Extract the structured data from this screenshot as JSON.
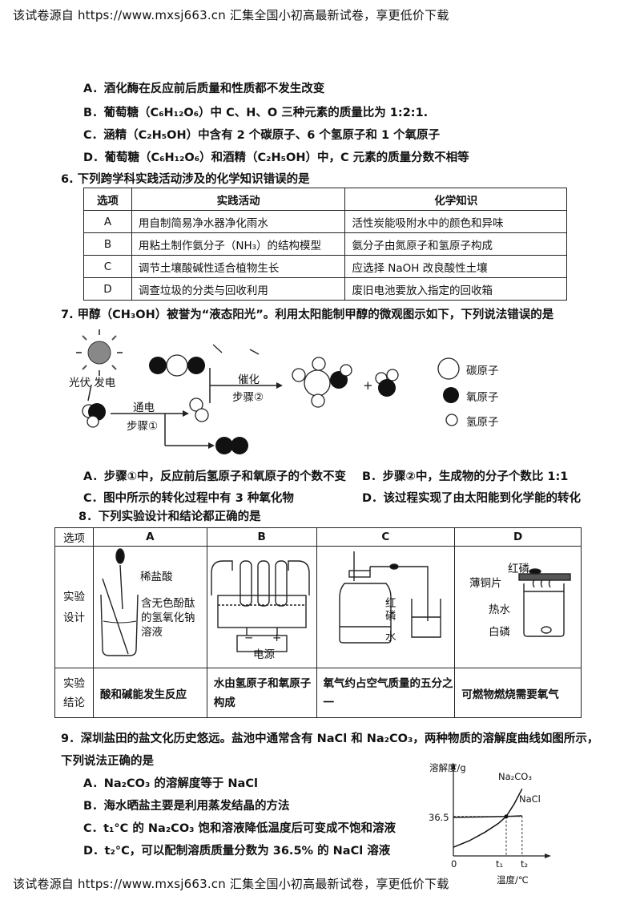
{
  "header": {
    "text": "该试卷源自 https://www.mxsj663.cn 汇集全国小初高最新试卷，享更低价下载"
  },
  "footer": {
    "text": "该试卷源自 https://www.mxsj663.cn 汇集全国小初高最新试卷，享更低价下载"
  },
  "q5": {
    "options": [
      "A．酒化酶在反应前后质量和性质都不发生改变",
      "B．葡萄糖（C₆H₁₂O₆）中 C、H、O 三种元素的质量比为 1:2:1.",
      "C．涵精（C₂H₅OH）中含有 2 个碳原子、6 个氢原子和 1 个氧原子",
      "D．葡萄糖（C₆H₁₂O₆）和酒精（C₂H₅OH）中，C 元素的质量分数不相等"
    ]
  },
  "q6": {
    "stem": "6. 下列跨学科实践活动涉及的化学知识错误的是",
    "headers": [
      "选项",
      "实践活动",
      "化学知识"
    ],
    "rows": [
      [
        "A",
        "用自制简易净水器净化雨水",
        "活性炭能吸附水中的颜色和异味"
      ],
      [
        "B",
        "用粘土制作氨分子（NH₃）的结构模型",
        "氨分子由氮原子和氢原子构成"
      ],
      [
        "C",
        "调节土壤酸碱性适合植物生长",
        "应选择 NaOH 改良酸性土壤"
      ],
      [
        "D",
        "调查垃圾的分类与回收利用",
        "废旧电池要放入指定的回收箱"
      ]
    ]
  },
  "q7": {
    "stem": "7. 甲醇（CH₃OH）被誉为“液态阳光”。利用太阳能制甲醇的微观图示如下，下列说法错误的是",
    "diagram": {
      "pv": "光伏 发电",
      "step1_top": "通电",
      "step1_bottom": "步骤①",
      "step2_top": "催化",
      "step2_bottom": "步骤②",
      "plus": "+",
      "legend": [
        "碳原子",
        "氧原子",
        "氢原子"
      ]
    },
    "options": [
      "A．步骤①中，反应前后氢原子和氧原子的个数不变",
      "B．步骤②中，生成物的分子个数比 1:1",
      "C．图中所示的转化过程中有 3 种氧化物",
      "D．该过程实现了由太阳能到化学能的转化"
    ]
  },
  "q8": {
    "stem": "8．下列实验设计和结论都正确的是",
    "headers": [
      "选项",
      "A",
      "B",
      "C",
      "D"
    ],
    "row_design_label": "实验设计",
    "row_conclusion_label": "实验结论",
    "labels": {
      "a_acid": "稀盐酸",
      "a_solution": "含无色酚酞的氢氧化钠溶液",
      "b_power": "电源",
      "b_minus": "−",
      "b_plus": "+",
      "c_phosphorus": "红磷",
      "c_water": "水",
      "d_red": "红磷",
      "d_copper": "薄铜片",
      "d_hotwater": "热水",
      "d_white": "白磷"
    },
    "conclusions": [
      "酸和碱能发生反应",
      "水由氢原子和氧原子构成",
      "氧气约占空气质量的五分之一",
      "可燃物燃烧需要氧气"
    ]
  },
  "q9": {
    "stem_line1": "9．深圳盐田的盐文化历史悠远。盐池中通常含有 NaCl 和 Na₂CO₃，两种物质的溶解度曲线如图所示，",
    "stem_line2": "下列说法正确的是",
    "options": [
      "A．Na₂CO₃ 的溶解度等于 NaCl",
      "B．海水晒盐主要是利用蒸发结晶的方法",
      "C．t₁°C 的 Na₂CO₃ 饱和溶液降低温度后可变成不饱和溶液",
      "D．t₂°C，可以配制溶质质量分数为 36.5% 的 NaCl 溶液"
    ]
  },
  "chart_data": {
    "type": "line",
    "ylabel": "溶解度/g",
    "xlabel": "温度/℃",
    "x_ticks": [
      "0",
      "t₁",
      "t₂"
    ],
    "y_ticks": [
      "36.5"
    ],
    "series": [
      {
        "name": "Na₂CO₃",
        "x": [
          0,
          0.3,
          0.6,
          0.85,
          1.0,
          1.15,
          1.3
        ],
        "y": [
          8,
          14,
          22,
          30,
          36.5,
          48,
          62
        ]
      },
      {
        "name": "NaCl",
        "x": [
          0,
          0.5,
          1.0,
          1.3
        ],
        "y": [
          35.6,
          36.0,
          36.5,
          37.0
        ]
      }
    ]
  }
}
